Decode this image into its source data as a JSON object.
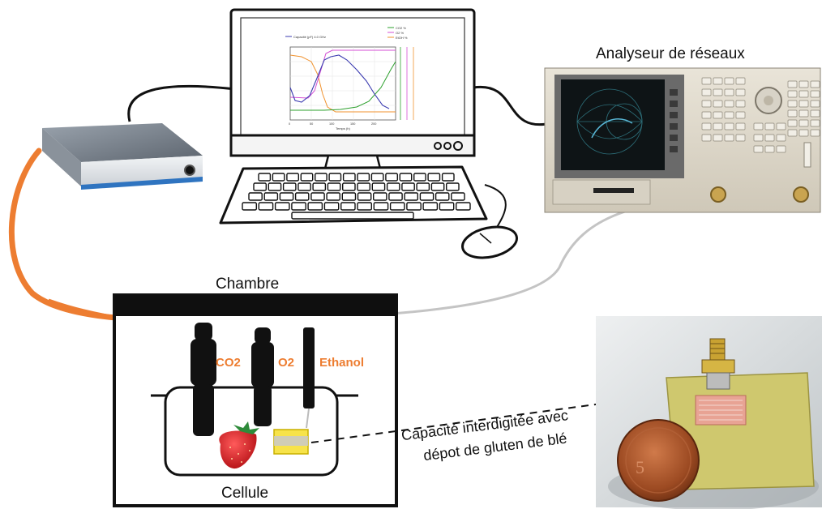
{
  "labels": {
    "network_analyzer": "Analyseur de réseaux",
    "chamber": "Chambre",
    "cell": "Cellule",
    "sensor_co2": "CO2",
    "sensor_o2": "O2",
    "sensor_ethanol": "Ethanol",
    "capacitor_line1": "Capacité interdigitée avec",
    "capacitor_line2": "dépot de gluten de blé"
  },
  "monitor_chart": {
    "legend_left": "Capacité (pF) 4.0 GHz",
    "legend_right": [
      "CO2 %",
      "O2 %",
      "EtOH %"
    ],
    "xlabel": "Temps (h)",
    "xticks": [
      "0",
      "50",
      "100",
      "150",
      "200"
    ]
  },
  "colors": {
    "cable_orange": "#ed7d31",
    "cable_black": "#111111",
    "cable_gray": "#bdbdbd",
    "label_orange": "#ed7d31"
  }
}
